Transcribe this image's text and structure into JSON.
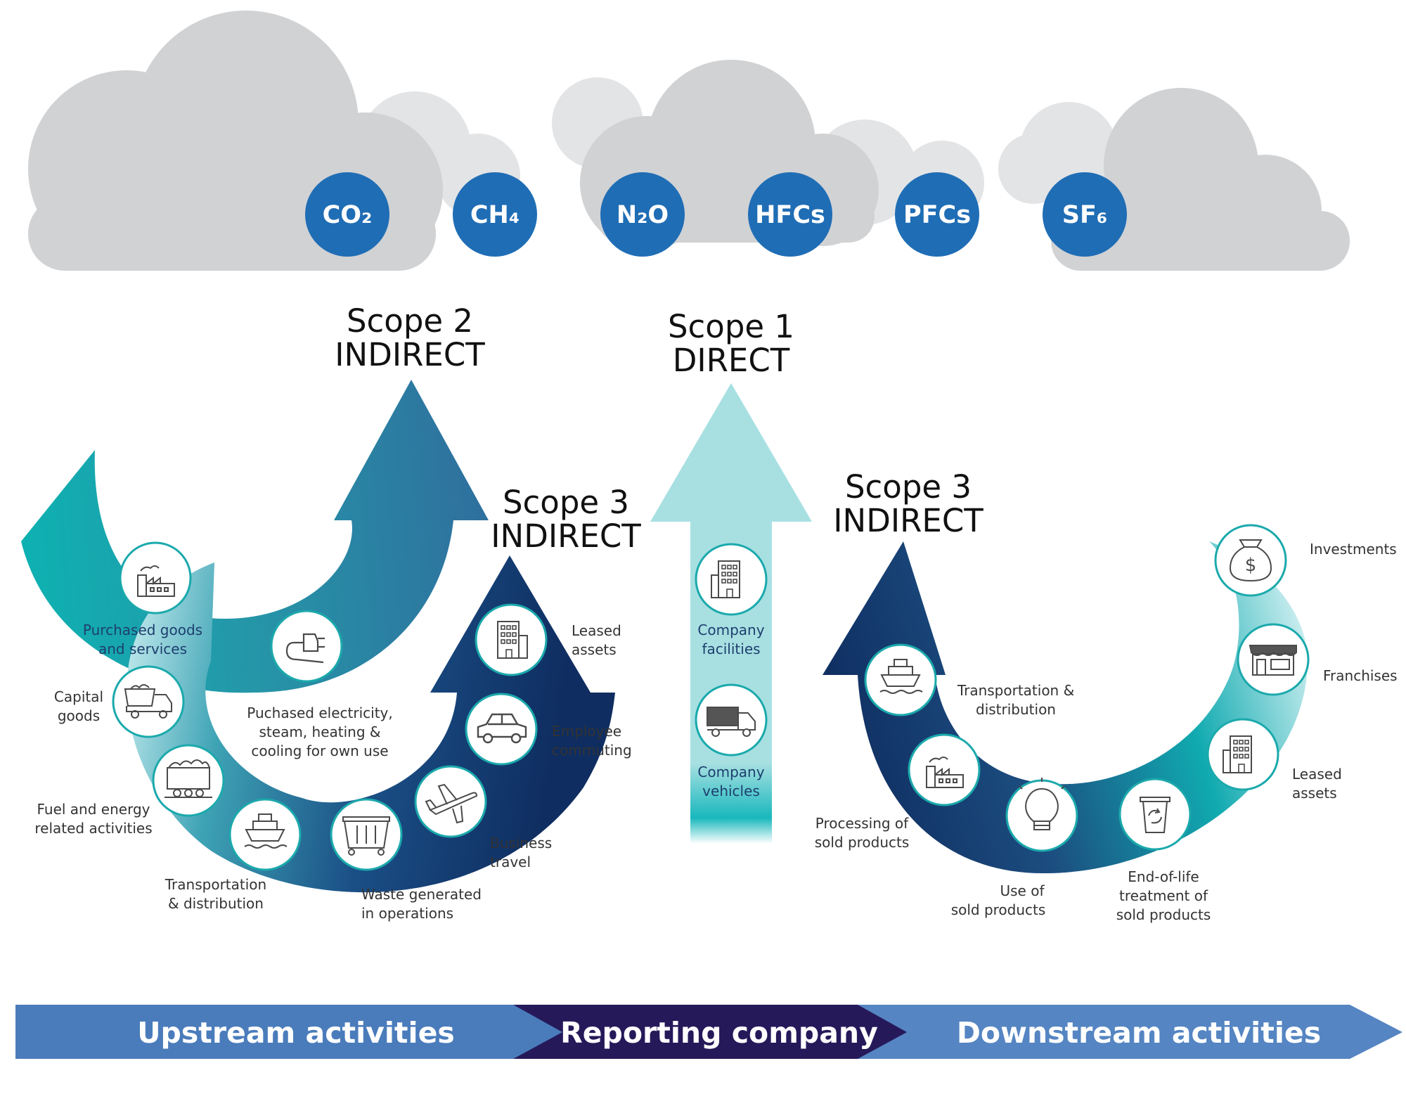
{
  "gases": [
    "CO₂",
    "CH₄",
    "N₂O",
    "HFCs",
    "PFCs",
    "SF₆"
  ],
  "scopes": {
    "scope2": {
      "line1": "Scope 2",
      "line2": "INDIRECT"
    },
    "scope1": {
      "line1": "Scope 1",
      "line2": "DIRECT"
    },
    "scope3_up": {
      "line1": "Scope 3",
      "line2": "INDIRECT"
    },
    "scope3_down": {
      "line1": "Scope 3",
      "line2": "INDIRECT"
    }
  },
  "upstream": {
    "purchased_goods": {
      "icon": "factory-icon",
      "line1": "Purchased goods",
      "line2": "and services"
    },
    "capital_goods": {
      "icon": "dump-truck-icon",
      "line1": "Capital",
      "line2": "goods"
    },
    "fuel_energy": {
      "icon": "coal-cart-icon",
      "line1": "Fuel and energy",
      "line2": "related activities"
    },
    "transport": {
      "icon": "ship-icon",
      "line1": "Transportation",
      "line2": "& distribution"
    },
    "waste": {
      "icon": "dumpster-icon",
      "line1": "Waste generated",
      "line2": "in operations"
    },
    "business_travel": {
      "icon": "airplane-icon",
      "line1": "Business",
      "line2": "travel"
    },
    "employee_commuting": {
      "icon": "car-icon",
      "line1": "Employee",
      "line2": "commuting"
    },
    "leased_assets": {
      "icon": "office-building-icon",
      "line1": "Leased",
      "line2": "assets"
    },
    "electricity": {
      "icon": "power-plug-icon",
      "line1": "Puchased electricity,",
      "line2": "steam, heating &",
      "line3": "cooling for own use"
    }
  },
  "direct": {
    "facilities": {
      "icon": "office-building-icon",
      "line1": "Company",
      "line2": "facilities"
    },
    "vehicles": {
      "icon": "truck-icon",
      "line1": "Company",
      "line2": "vehicles"
    }
  },
  "downstream": {
    "transport": {
      "icon": "ship-icon",
      "line1": "Transportation &",
      "line2": "distribution"
    },
    "processing": {
      "icon": "factory-icon",
      "line1": "Processing of",
      "line2": "sold products"
    },
    "use": {
      "icon": "light-bulb-icon",
      "line1": "Use of",
      "line2": "sold products"
    },
    "end_of_life": {
      "icon": "recycle-bin-icon",
      "line1": "End-of-life",
      "line2": "treatment of",
      "line3": "sold products"
    },
    "leased_assets": {
      "icon": "office-building-icon",
      "line1": "Leased",
      "line2": "assets"
    },
    "franchises": {
      "icon": "storefront-icon",
      "line1": "Franchises"
    },
    "investments": {
      "icon": "money-bag-icon",
      "line1": "Investments"
    }
  },
  "bands": {
    "upstream": "Upstream activities",
    "reporting": "Reporting company",
    "downstream": "Downstream activities"
  },
  "colors": {
    "cloud": "#d1d2d4",
    "cloud_light": "#e3e4e6",
    "gas_circle": "#1f6db5",
    "teal": "#0fb0b1",
    "mid_blue": "#2e7aa6",
    "navy": "#0f2d60",
    "light_teal": "#a8e0e2",
    "band_blue": "#4d7fbd",
    "band_dark": "#26195a"
  }
}
